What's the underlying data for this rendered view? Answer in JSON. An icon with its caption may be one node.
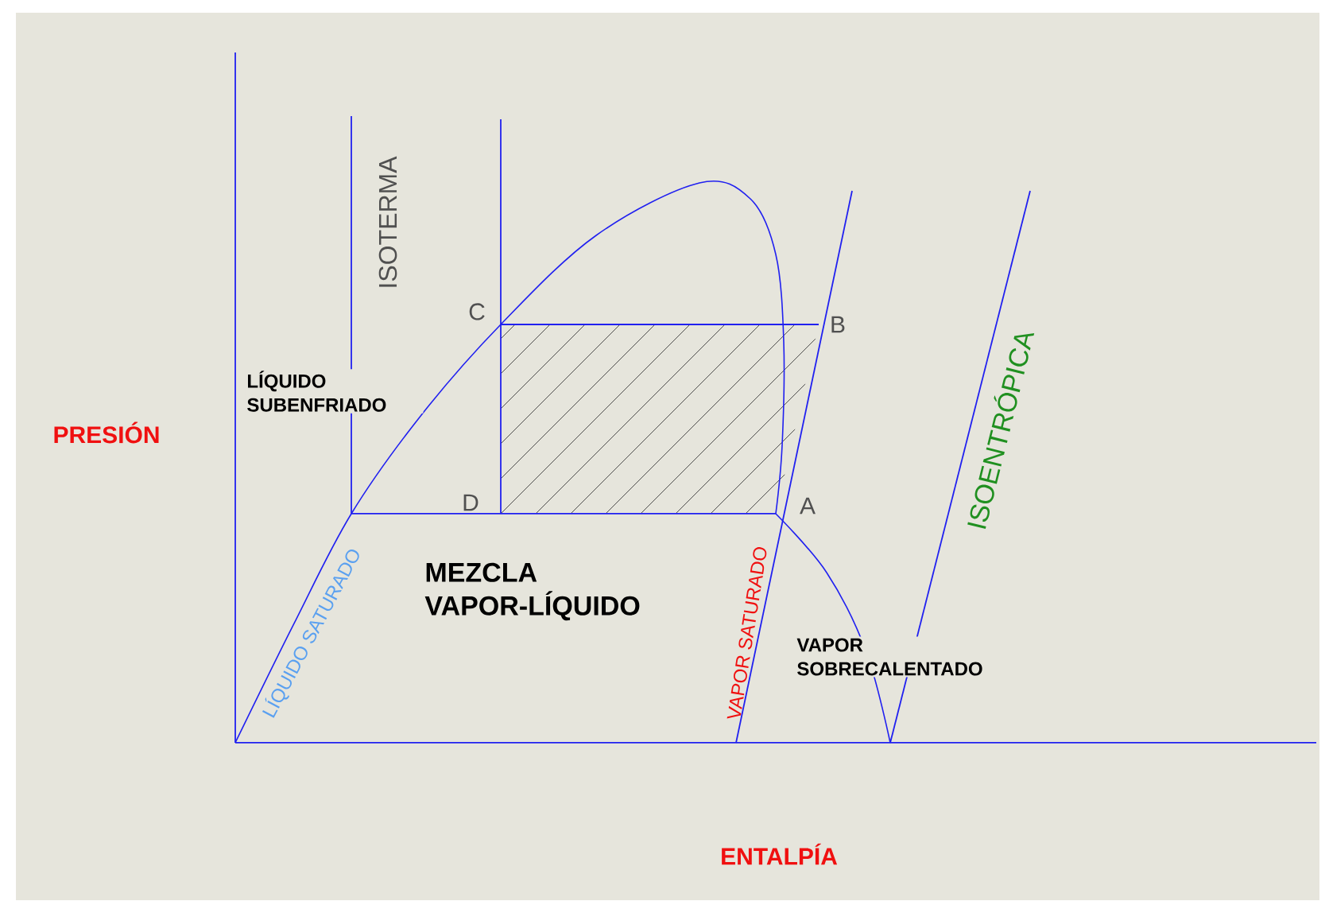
{
  "diagram": {
    "labels": [
      "ISOTERMA",
      "C",
      "B",
      "ISOENTRÓPICA",
      "LÍQUIDO SUBENFRIADO",
      "PRESIÓN",
      "D",
      "A",
      "MEZCLA VAPOR-LÍQUIDO",
      "LÍQUIDO SATURADO",
      "VAPOR SATURADO",
      "VAPOR SOBRECALENTADO",
      "ENTALPÍA"
    ]
  }
}
